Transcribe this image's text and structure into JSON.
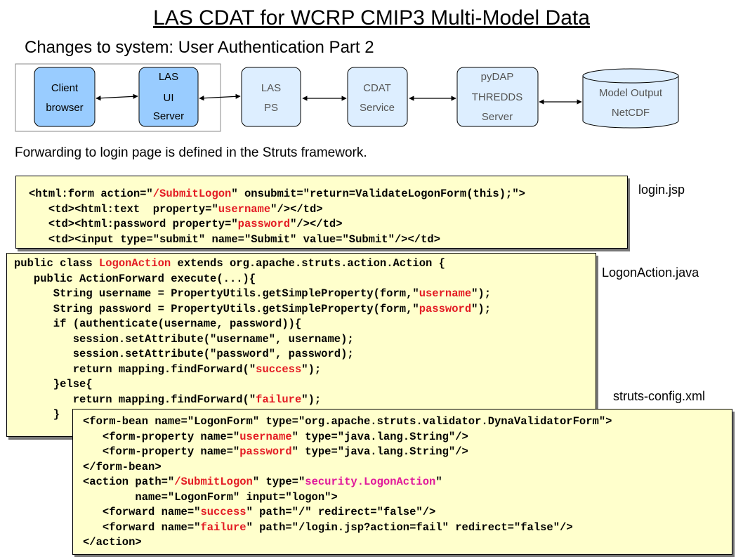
{
  "title": "LAS CDAT for WCRP CMIP3 Multi-Model Data",
  "subtitle": "Changes to system: User Authentication Part 2",
  "note": "Forwarding to login page is defined in the Struts framework.",
  "colors": {
    "client_fill": "#99ccff",
    "node_fill": "#ddeeff",
    "node_text_dim": "#555555",
    "code_bg": "#ffffcc",
    "red": "#e31b23",
    "magenta": "#e0199b"
  },
  "diagram": {
    "nodes": [
      {
        "id": "client",
        "lines": [
          "Client",
          "browser"
        ]
      },
      {
        "id": "las-ui",
        "lines": [
          "LAS",
          "UI",
          "Server"
        ]
      },
      {
        "id": "las-ps",
        "lines": [
          "LAS",
          "PS"
        ]
      },
      {
        "id": "cdat",
        "lines": [
          "CDAT",
          "Service"
        ]
      },
      {
        "id": "pydap",
        "lines": [
          "pyDAP",
          "THREDDS",
          "Server"
        ]
      },
      {
        "id": "model",
        "lines": [
          "Model Output",
          "NetCDF"
        ]
      }
    ]
  },
  "files": {
    "login": "login.jsp",
    "action": "LogonAction.java",
    "config": "struts-config.xml"
  },
  "code": {
    "login_jsp": [
      [
        [
          "<html:form action=\"",
          ""
        ],
        [
          "/SubmitLogon",
          "red"
        ],
        [
          "\" onsubmit=\"return=ValidateLogonForm(this);\">",
          ""
        ]
      ],
      [
        [
          "   <td><html:text  property=\"",
          ""
        ],
        [
          "username",
          "red"
        ],
        [
          "\"/></td>",
          ""
        ]
      ],
      [
        [
          "   <td><html:password property=\"",
          ""
        ],
        [
          "password",
          "red"
        ],
        [
          "\"/></td>",
          ""
        ]
      ],
      [
        [
          "   <td><input type=\"submit\" name=\"Submit\" value=\"Submit\"/></td>",
          ""
        ]
      ]
    ],
    "logon_action": [
      [
        [
          "public class ",
          ""
        ],
        [
          "LogonAction",
          "red"
        ],
        [
          " extends org.apache.struts.action.Action {",
          ""
        ]
      ],
      [
        [
          "   public ActionForward execute(...){",
          ""
        ]
      ],
      [
        [
          "      String username = PropertyUtils.getSimpleProperty(form,\"",
          ""
        ],
        [
          "username",
          "red"
        ],
        [
          "\");",
          ""
        ]
      ],
      [
        [
          "      String password = PropertyUtils.getSimpleProperty(form,\"",
          ""
        ],
        [
          "password",
          "red"
        ],
        [
          "\");",
          ""
        ]
      ],
      [
        [
          "      if (authenticate(username, password)){",
          ""
        ]
      ],
      [
        [
          "         session.setAttribute(\"username\", username);",
          ""
        ]
      ],
      [
        [
          "         session.setAttribute(\"password\", password);",
          ""
        ]
      ],
      [
        [
          "         return mapping.findForward(\"",
          ""
        ],
        [
          "success",
          "red"
        ],
        [
          "\");",
          ""
        ]
      ],
      [
        [
          "      }else{",
          ""
        ]
      ],
      [
        [
          "         return mapping.findForward(\"",
          ""
        ],
        [
          "failure",
          "red"
        ],
        [
          "\");",
          ""
        ]
      ],
      [
        [
          "      }",
          ""
        ]
      ]
    ],
    "struts_config": [
      [
        [
          "<form-bean name=\"LogonForm\" type=\"org.apache.struts.validator.DynaValidatorForm\">",
          ""
        ]
      ],
      [
        [
          "   <form-property name=\"",
          ""
        ],
        [
          "username",
          "red"
        ],
        [
          "\" type=\"java.lang.String\"/>",
          ""
        ]
      ],
      [
        [
          "   <form-property name=\"",
          ""
        ],
        [
          "password",
          "red"
        ],
        [
          "\" type=\"java.lang.String\"/>",
          ""
        ]
      ],
      [
        [
          "</form-bean>",
          ""
        ]
      ],
      [
        [
          "<action path=\"",
          ""
        ],
        [
          "/SubmitLogon",
          "red"
        ],
        [
          "\" type=\"",
          ""
        ],
        [
          "security.LogonAction",
          "magenta"
        ],
        [
          "\"",
          ""
        ]
      ],
      [
        [
          "        name=\"LogonForm\" input=\"logon\">",
          ""
        ]
      ],
      [
        [
          "   <forward name=\"",
          ""
        ],
        [
          "success",
          "red"
        ],
        [
          "\" path=\"/\" redirect=\"false\"/>",
          ""
        ]
      ],
      [
        [
          "   <forward name=\"",
          ""
        ],
        [
          "failure",
          "red"
        ],
        [
          "\" path=\"/login.jsp?action=fail\" redirect=\"false\"/>",
          ""
        ]
      ],
      [
        [
          "</action>",
          ""
        ]
      ]
    ]
  }
}
